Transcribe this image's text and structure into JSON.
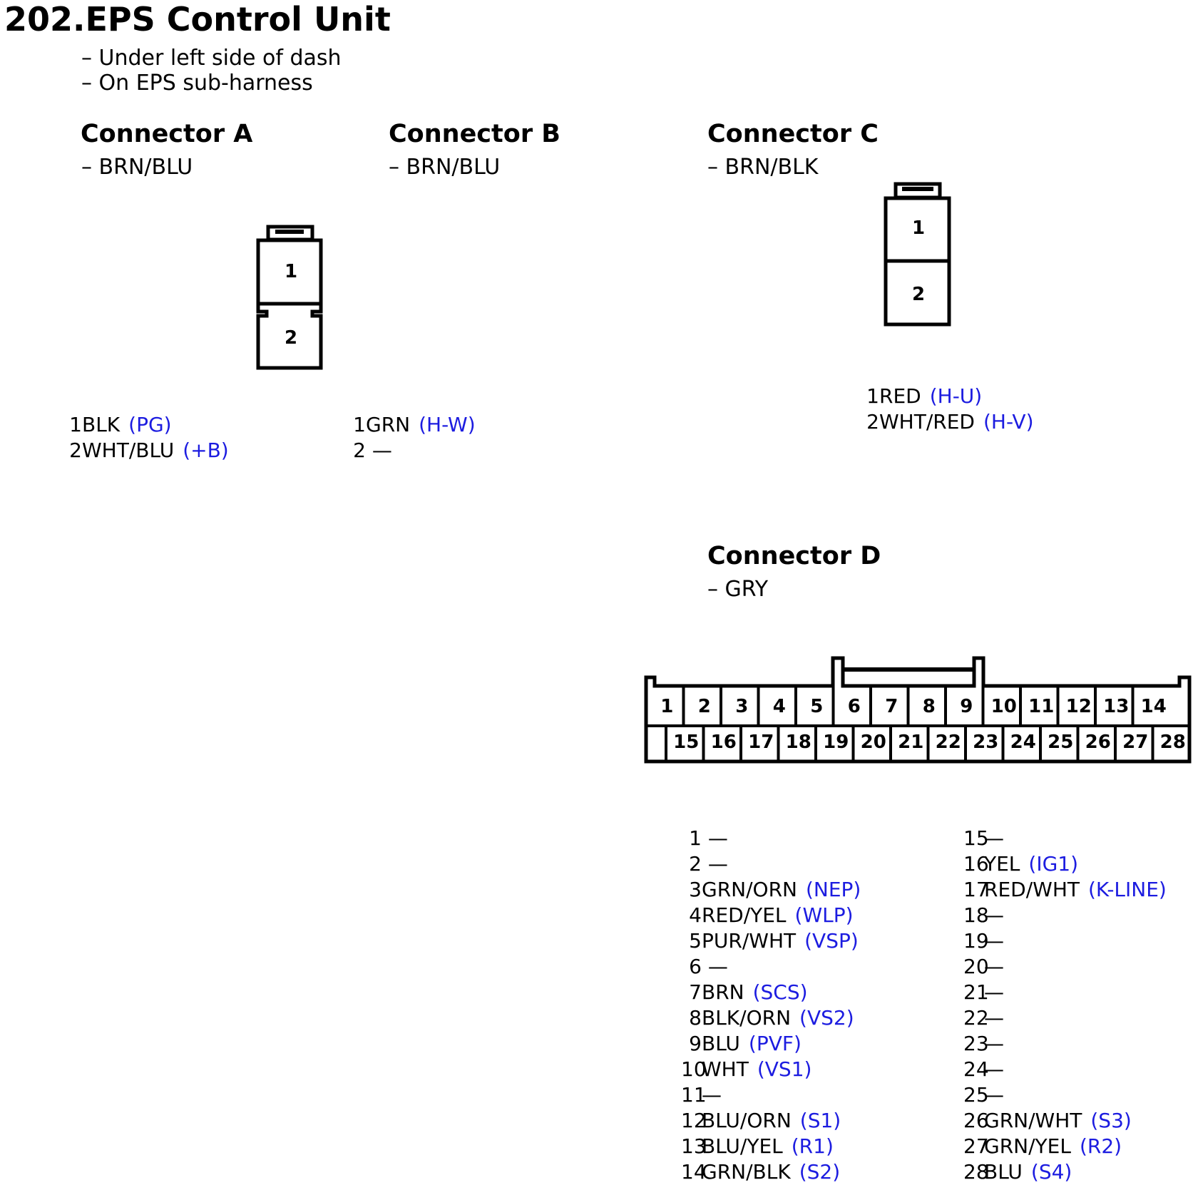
{
  "title": "202.EPS Control Unit",
  "notes": [
    "– Under left side of dash",
    "– On EPS sub-harness"
  ],
  "connectors": {
    "a": {
      "title": "Connector A",
      "color": "– BRN/BLU",
      "cavities": [
        "1",
        "2"
      ],
      "pins": [
        {
          "num": "1",
          "wire": "BLK",
          "signal": "(PG)"
        },
        {
          "num": "2",
          "wire": "WHT/BLU",
          "signal": "(+B)"
        }
      ]
    },
    "b": {
      "title": "Connector B",
      "color": "– BRN/BLU",
      "pins": [
        {
          "num": "1",
          "wire": "GRN",
          "signal": "(H-W)"
        },
        {
          "num": "2",
          "wire": " —",
          "signal": ""
        }
      ]
    },
    "c": {
      "title": "Connector C",
      "color": "– BRN/BLK",
      "cavities": [
        "1",
        "2"
      ],
      "pins": [
        {
          "num": "1",
          "wire": "RED",
          "signal": "(H-U)"
        },
        {
          "num": "2",
          "wire": "WHT/RED",
          "signal": "(H-V)"
        }
      ]
    },
    "d": {
      "title": "Connector D",
      "color": "– GRY",
      "top_row": [
        "1",
        "2",
        "3",
        "4",
        "5",
        "6",
        "7",
        "8",
        "9",
        "10",
        "11",
        "12",
        "13",
        "14"
      ],
      "bottom_row": [
        "15",
        "16",
        "17",
        "18",
        "19",
        "20",
        "21",
        "22",
        "23",
        "24",
        "25",
        "26",
        "27",
        "28"
      ],
      "pins_left": [
        {
          "num": "1",
          "wire": " —",
          "signal": ""
        },
        {
          "num": "2",
          "wire": " —",
          "signal": ""
        },
        {
          "num": "3",
          "wire": "GRN/ORN",
          "signal": "(NEP)"
        },
        {
          "num": "4",
          "wire": "RED/YEL",
          "signal": "(WLP)"
        },
        {
          "num": "5",
          "wire": "PUR/WHT",
          "signal": "(VSP)"
        },
        {
          "num": "6",
          "wire": " —",
          "signal": ""
        },
        {
          "num": "7",
          "wire": "BRN",
          "signal": "(SCS)"
        },
        {
          "num": "8",
          "wire": "BLK/ORN",
          "signal": "(VS2)"
        },
        {
          "num": "9",
          "wire": "BLU",
          "signal": "(PVF)"
        },
        {
          "num": "10",
          "wire": "WHT",
          "signal": "(VS1)"
        },
        {
          "num": "11",
          "wire": "—",
          "signal": ""
        },
        {
          "num": "12",
          "wire": "BLU/ORN",
          "signal": "(S1)"
        },
        {
          "num": "13",
          "wire": "BLU/YEL",
          "signal": "(R1)"
        },
        {
          "num": "14",
          "wire": "GRN/BLK",
          "signal": "(S2)"
        }
      ],
      "pins_right": [
        {
          "num": "15",
          "wire": "—",
          "signal": ""
        },
        {
          "num": "16",
          "wire": "YEL",
          "signal": "(IG1)"
        },
        {
          "num": "17",
          "wire": "RED/WHT",
          "signal": "(K-LINE)"
        },
        {
          "num": "18",
          "wire": "—",
          "signal": ""
        },
        {
          "num": "19",
          "wire": "—",
          "signal": ""
        },
        {
          "num": "20",
          "wire": "—",
          "signal": ""
        },
        {
          "num": "21",
          "wire": "—",
          "signal": ""
        },
        {
          "num": "22",
          "wire": "—",
          "signal": ""
        },
        {
          "num": "23",
          "wire": "—",
          "signal": ""
        },
        {
          "num": "24",
          "wire": "—",
          "signal": ""
        },
        {
          "num": "25",
          "wire": "—",
          "signal": ""
        },
        {
          "num": "26",
          "wire": "GRN/WHT",
          "signal": "(S3)"
        },
        {
          "num": "27",
          "wire": "GRN/YEL",
          "signal": "(R2)"
        },
        {
          "num": "28",
          "wire": "BLU",
          "signal": "(S4)"
        }
      ]
    }
  },
  "colors": {
    "signal": "#1c1ce0",
    "stroke": "#000000"
  }
}
